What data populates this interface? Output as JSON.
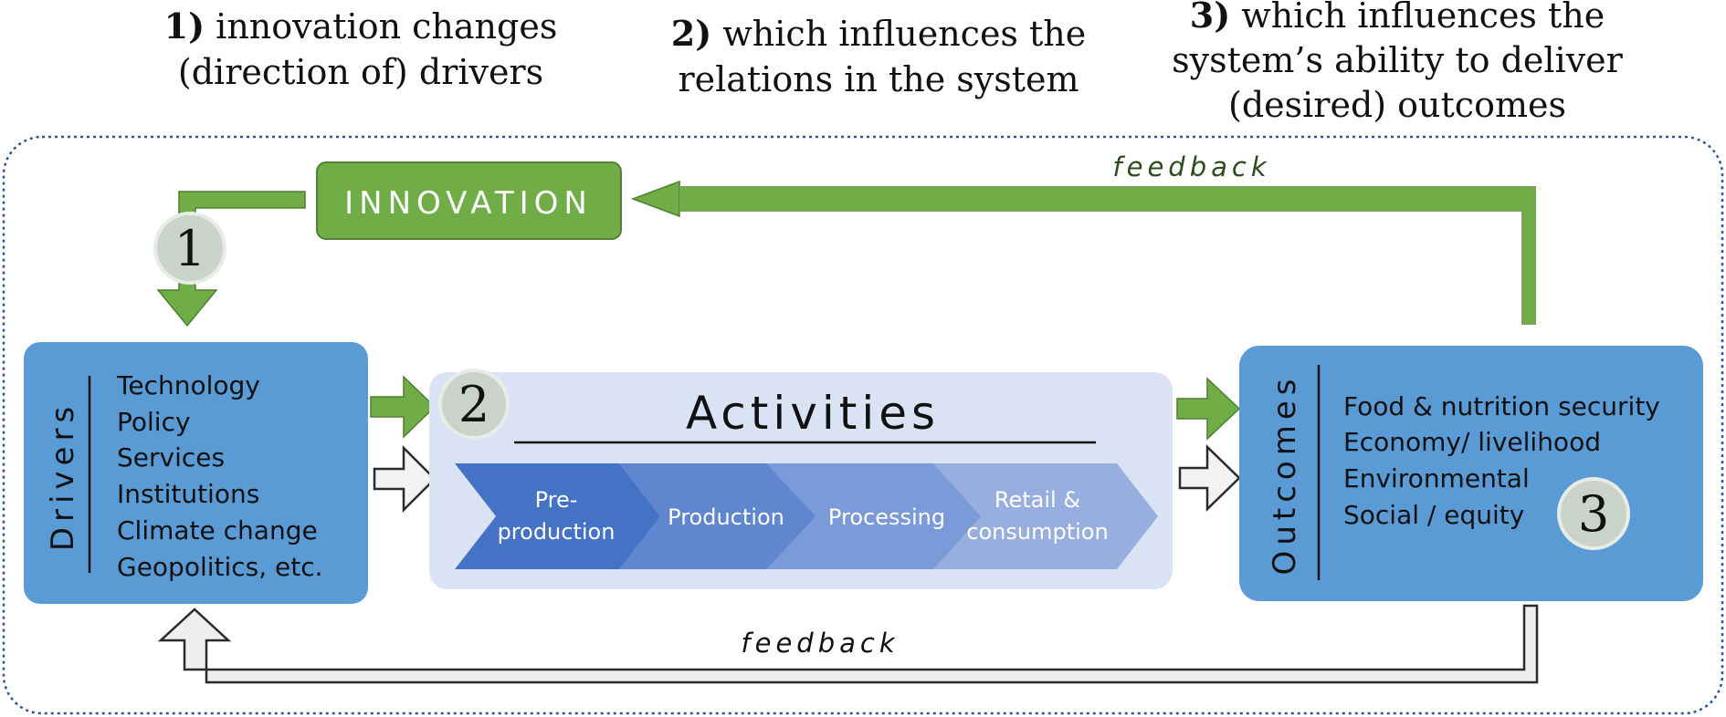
{
  "headers": [
    {
      "num": "1)",
      "lines": [
        "innovation changes",
        "(direction of) drivers"
      ]
    },
    {
      "num": "2)",
      "lines": [
        "which influences the",
        "relations in the system"
      ]
    },
    {
      "num": "3)",
      "lines": [
        "which influences the",
        "system’s ability to deliver",
        "(desired) outcomes"
      ]
    }
  ],
  "innovation_label": "INNOVATION",
  "feedback_top": "feedback",
  "feedback_bottom": "feedback",
  "markers": {
    "one": "1",
    "two": "2",
    "three": "3"
  },
  "drivers": {
    "title": "Drivers",
    "items": [
      "Technology",
      "Policy",
      "Services",
      "Institutions",
      "Climate change",
      "Geopolitics, etc."
    ]
  },
  "activities": {
    "title": "Activities",
    "stages": [
      {
        "lines": [
          "Pre-",
          "production"
        ]
      },
      {
        "lines": [
          "Production"
        ]
      },
      {
        "lines": [
          "Processing"
        ]
      },
      {
        "lines": [
          "Retail &",
          "consumption"
        ]
      }
    ]
  },
  "outcomes": {
    "title": "Outcomes",
    "items": [
      "Food & nutrition security",
      "Economy/ livelihood",
      "Environmental",
      "Social / equity"
    ]
  },
  "colors": {
    "green": "#70ad47",
    "green_dark": "#548235",
    "blue_box": "#5b9bd5",
    "activities_bg": "#dae3f3",
    "marker_fill": "#c9d3c9",
    "stage_colors": [
      "#4472c4",
      "#5f86cf",
      "#7b9ad8",
      "#97aedf"
    ]
  }
}
